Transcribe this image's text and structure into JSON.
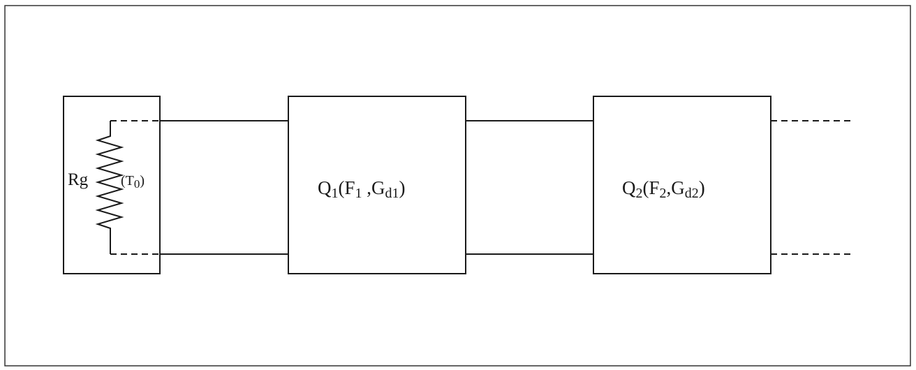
{
  "source": {
    "resistor_label": "Rg",
    "temperature_open": "(T",
    "temperature_sub": "0",
    "temperature_close": ")"
  },
  "stages": [
    {
      "q_main": "Q",
      "q_sub": "1",
      "mid_text": "(F",
      "f_sub": "1",
      "sep_text": " ,G",
      "g_sub": "d1",
      "close_text": ")"
    },
    {
      "q_main": "Q",
      "q_sub": "2",
      "mid_text": "(F",
      "f_sub": "2",
      "sep_text": ",G",
      "g_sub": "d2",
      "close_text": ")"
    }
  ]
}
